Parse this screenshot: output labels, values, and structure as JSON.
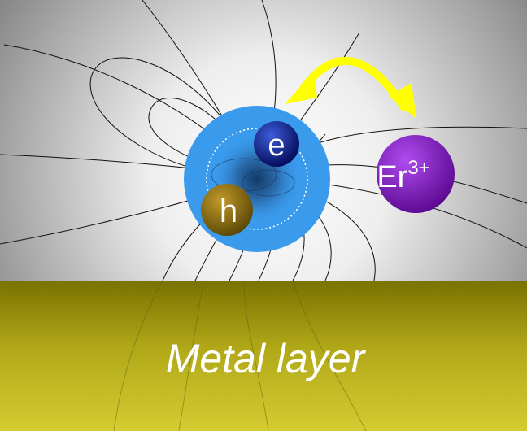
{
  "labels": {
    "electron": "e",
    "hole": "h",
    "ion_base": "Er",
    "ion_charge": "3+",
    "metal": "Metal layer"
  },
  "colors": {
    "electron": "#0d1f8c",
    "hole": "#8a6d10",
    "ion": "#7b12b0",
    "exciton_halo": "#3a9aec",
    "arrow": "#ffff00",
    "metal_top": "#7c7300",
    "metal_bottom": "#d4cc31"
  }
}
